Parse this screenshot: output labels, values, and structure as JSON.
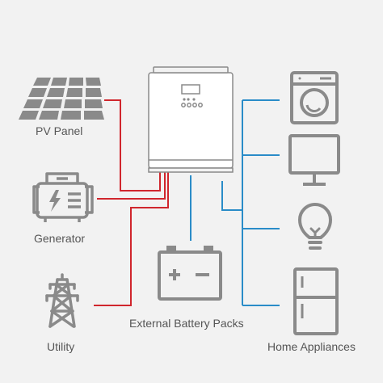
{
  "labels": {
    "pv_panel": "PV Panel",
    "generator": "Generator",
    "utility": "Utility",
    "battery": "External Battery Packs",
    "home": "Home Appliances"
  },
  "colors": {
    "background": "#f2f2f2",
    "icon_stroke": "#8a8a8a",
    "ac_line": "#d0262d",
    "dc_line": "#2a8cc8"
  },
  "icons": [
    "solar-panel-icon",
    "generator-icon",
    "power-tower-icon",
    "inverter-icon",
    "battery-icon",
    "washing-machine-icon",
    "monitor-icon",
    "light-bulb-icon",
    "refrigerator-icon"
  ]
}
